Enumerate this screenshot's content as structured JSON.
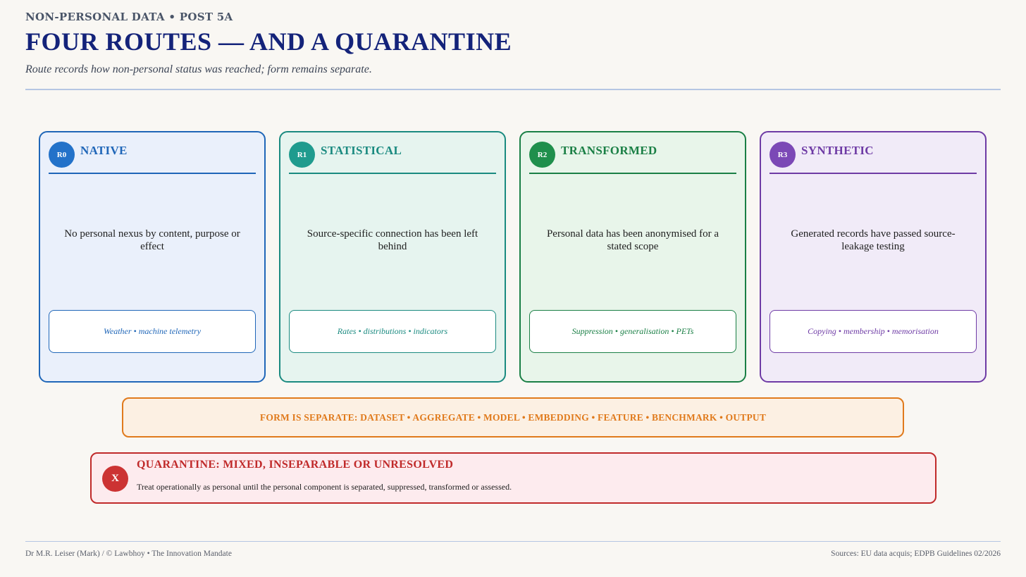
{
  "header": {
    "kicker": "NON-PERSONAL DATA • POST 5A",
    "title": "FOUR ROUTES — AND A QUARANTINE",
    "subtitle": "Route records how non-personal status was reached; form remains separate."
  },
  "routes": [
    {
      "code": "R0",
      "name": "NATIVE",
      "description": "No personal nexus by content, purpose or effect",
      "examples": "Weather • machine telemetry",
      "color": "#1f66b8"
    },
    {
      "code": "R1",
      "name": "STATISTICAL",
      "description": "Source-specific connection has been left behind",
      "examples": "Rates • distributions • indicators",
      "color": "#1a8a80"
    },
    {
      "code": "R2",
      "name": "TRANSFORMED",
      "description": "Personal data has been anonymised for a stated scope",
      "examples": "Suppression • generalisation • PETs",
      "color": "#1a7f45"
    },
    {
      "code": "R3",
      "name": "SYNTHETIC",
      "description": "Generated records have passed source-leakage testing",
      "examples": "Copying • membership • memorisation",
      "color": "#6e3ba5"
    }
  ],
  "form_note": "FORM IS SEPARATE: DATASET • AGGREGATE • MODEL • EMBEDDING • FEATURE • BENCHMARK • OUTPUT",
  "quarantine": {
    "badge": "X",
    "title": "QUARANTINE: MIXED, INSEPARABLE OR UNRESOLVED",
    "text": "Treat operationally as personal until the personal component is separated, suppressed, transformed or assessed.",
    "color": "#c02a2a"
  },
  "footer": {
    "left": "Dr M.R. Leiser (Mark) / © Lawbhoy • The Innovation Mandate",
    "right": "Sources: EU data acquis; EDPB Guidelines 02/2026"
  }
}
